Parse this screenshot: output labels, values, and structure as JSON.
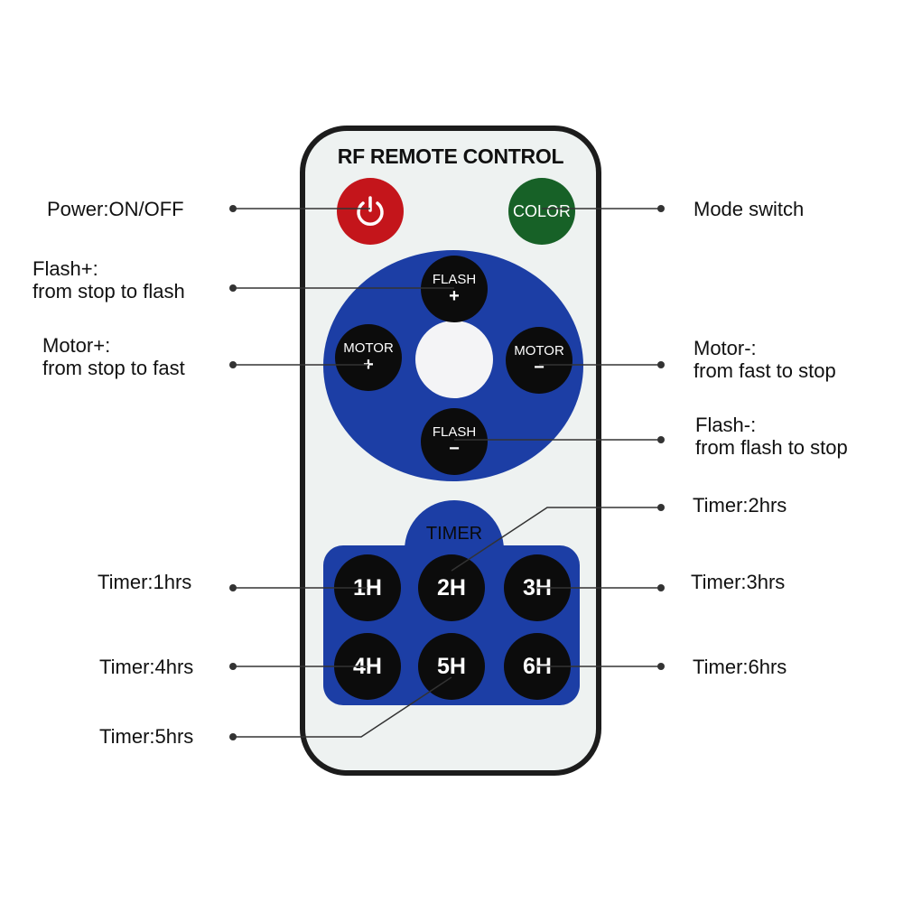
{
  "remote": {
    "title": "RF REMOTE CONTROL",
    "power_icon": "power-icon",
    "color_label": "COLOR",
    "flash_label": "FLASH",
    "motor_label": "MOTOR",
    "plus": "+",
    "minus": "−",
    "timer_label": "TIMER",
    "timer_keys": [
      "1H",
      "2H",
      "3H",
      "4H",
      "5H",
      "6H"
    ]
  },
  "callouts": {
    "power": "Power:ON/OFF",
    "mode": "Mode switch",
    "flash_plus_1": "Flash+:",
    "flash_plus_2": "from stop to flash",
    "motor_plus_1": "Motor+:",
    "motor_plus_2": "from stop to fast",
    "motor_minus_1": "Motor-:",
    "motor_minus_2": "from fast to stop",
    "flash_minus_1": "Flash-:",
    "flash_minus_2": "from flash to stop",
    "timer1": "Timer:1hrs",
    "timer2": "Timer:2hrs",
    "timer3": "Timer:3hrs",
    "timer4": "Timer:4hrs",
    "timer5": "Timer:5hrs",
    "timer6": "Timer:6hrs"
  },
  "colors": {
    "power": "#c4151b",
    "color_button": "#176127",
    "panel_blue": "#1c3ea5",
    "key_black": "#0c0c0c",
    "body": "#eef2f1"
  }
}
